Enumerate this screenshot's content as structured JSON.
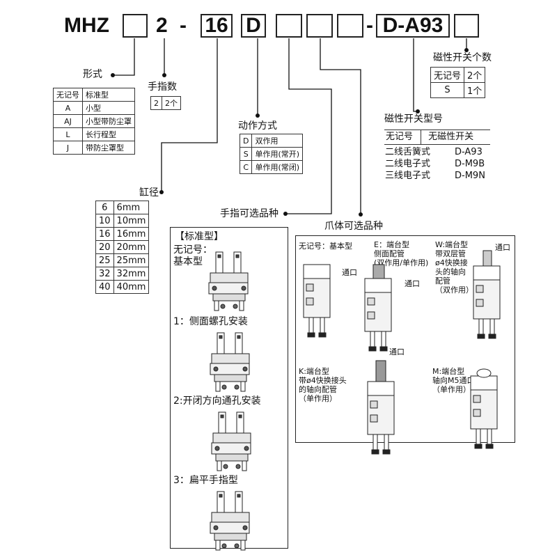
{
  "code": {
    "prefix": "MHZ",
    "num": "2",
    "dash1": "-",
    "bore": "16",
    "action": "D",
    "dash2": "-",
    "switch": "D-A93"
  },
  "form": {
    "title": "形式",
    "rows": [
      [
        "无记号",
        "标准型"
      ],
      [
        "A",
        "小型"
      ],
      [
        "AJ",
        "小型带防尘罩"
      ],
      [
        "L",
        "长行程型"
      ],
      [
        "J",
        "带防尘罩型"
      ]
    ]
  },
  "fingers": {
    "title": "手指数",
    "rows": [
      [
        "2",
        "2个"
      ]
    ]
  },
  "action_type": {
    "title": "动作方式",
    "rows": [
      [
        "D",
        "双作用"
      ],
      [
        "S",
        "单作用(常开)"
      ],
      [
        "C",
        "单作用(常闭)"
      ]
    ]
  },
  "switch_count": {
    "title": "磁性开关个数",
    "rows": [
      [
        "无记号",
        "2个"
      ],
      [
        "S",
        "1个"
      ]
    ]
  },
  "switch_model": {
    "title": "磁性开关型号",
    "header": [
      "无记号",
      "无磁性开关"
    ],
    "rows": [
      [
        "二线舌簧式",
        "D-A93"
      ],
      [
        "二线电子式",
        "D-M9B"
      ],
      [
        "三线电子式",
        "D-M9N"
      ]
    ]
  },
  "bore_size": {
    "title": "缸径",
    "rows": [
      [
        "6",
        "6mm"
      ],
      [
        "10",
        "10mm"
      ],
      [
        "16",
        "16mm"
      ],
      [
        "20",
        "20mm"
      ],
      [
        "25",
        "25mm"
      ],
      [
        "32",
        "32mm"
      ],
      [
        "40",
        "40mm"
      ]
    ]
  },
  "finger_options": {
    "title": "手指可选品种",
    "header": "【标准型】",
    "items": [
      {
        "label": "无记号：\n基本型"
      },
      {
        "label": "1：侧面螺孔安装"
      },
      {
        "label": "2:开闭方向通孔安装"
      },
      {
        "label": "3：扁平手指型"
      }
    ]
  },
  "body_options": {
    "title": "爪体可选品种",
    "items": [
      {
        "label": "无记号：基本型",
        "port": "通口"
      },
      {
        "label": "E：端台型\n侧面配管\n(双作用/单作用)",
        "port": "通口"
      },
      {
        "label": "W:端台型\n带双层管\nø4快换接\n头的轴向\n配管\n（双作用）",
        "port": "通口"
      },
      {
        "label": "K:端台型\n带ø4快换接头\n的轴向配管\n（单作用）",
        "port": "通口"
      },
      {
        "label": "M:端台型\n轴向M5通口\n（单作用）",
        "port": ""
      }
    ]
  }
}
